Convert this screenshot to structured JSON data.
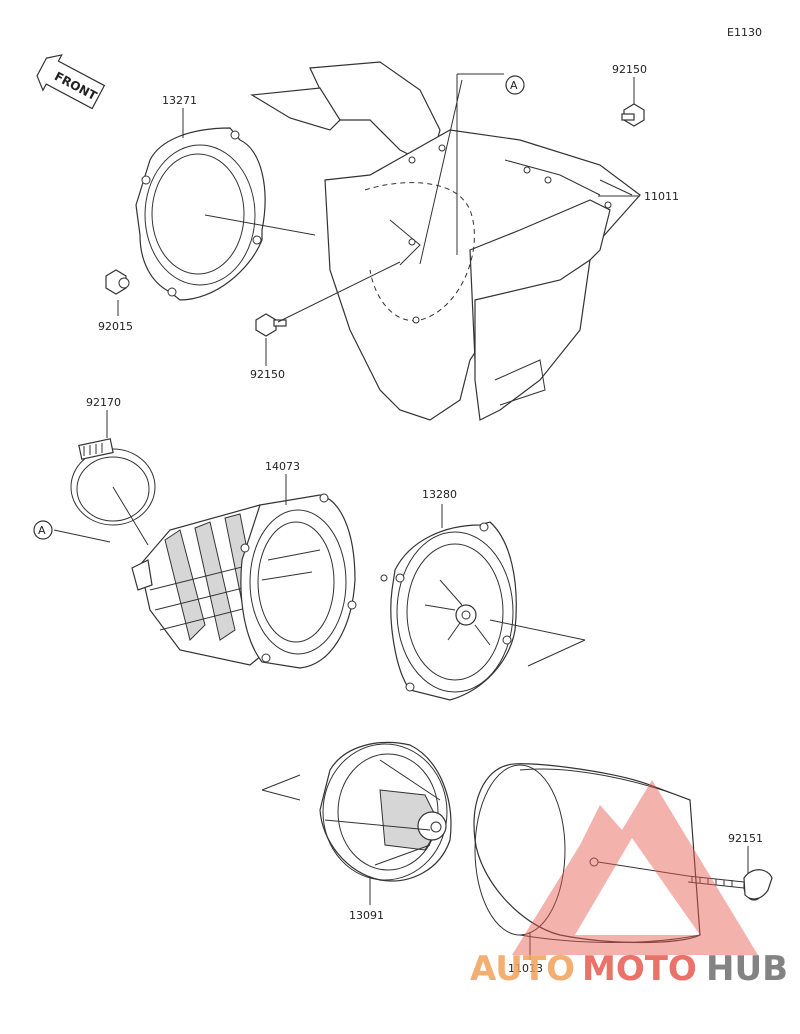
{
  "diagram_code": "E1130",
  "front_label": "FRONT",
  "ref_marker": "A",
  "parts": {
    "p13271": "13271",
    "p92015": "92015",
    "p92150_top": "92150",
    "p92150_bottom": "92150",
    "p11011": "11011",
    "p92170": "92170",
    "p14073": "14073",
    "p13280": "13280",
    "p13091": "13091",
    "p11013": "11013",
    "p92151": "92151"
  },
  "watermark": {
    "auto": "AUTO",
    "moto": "MOTO",
    "hub": "HUB"
  },
  "colors": {
    "line": "#333333",
    "shade": "#d6d6d6",
    "logo_red": "#e85a4f",
    "logo_orange": "#f2a15a",
    "logo_gray": "#6e6e6e"
  }
}
